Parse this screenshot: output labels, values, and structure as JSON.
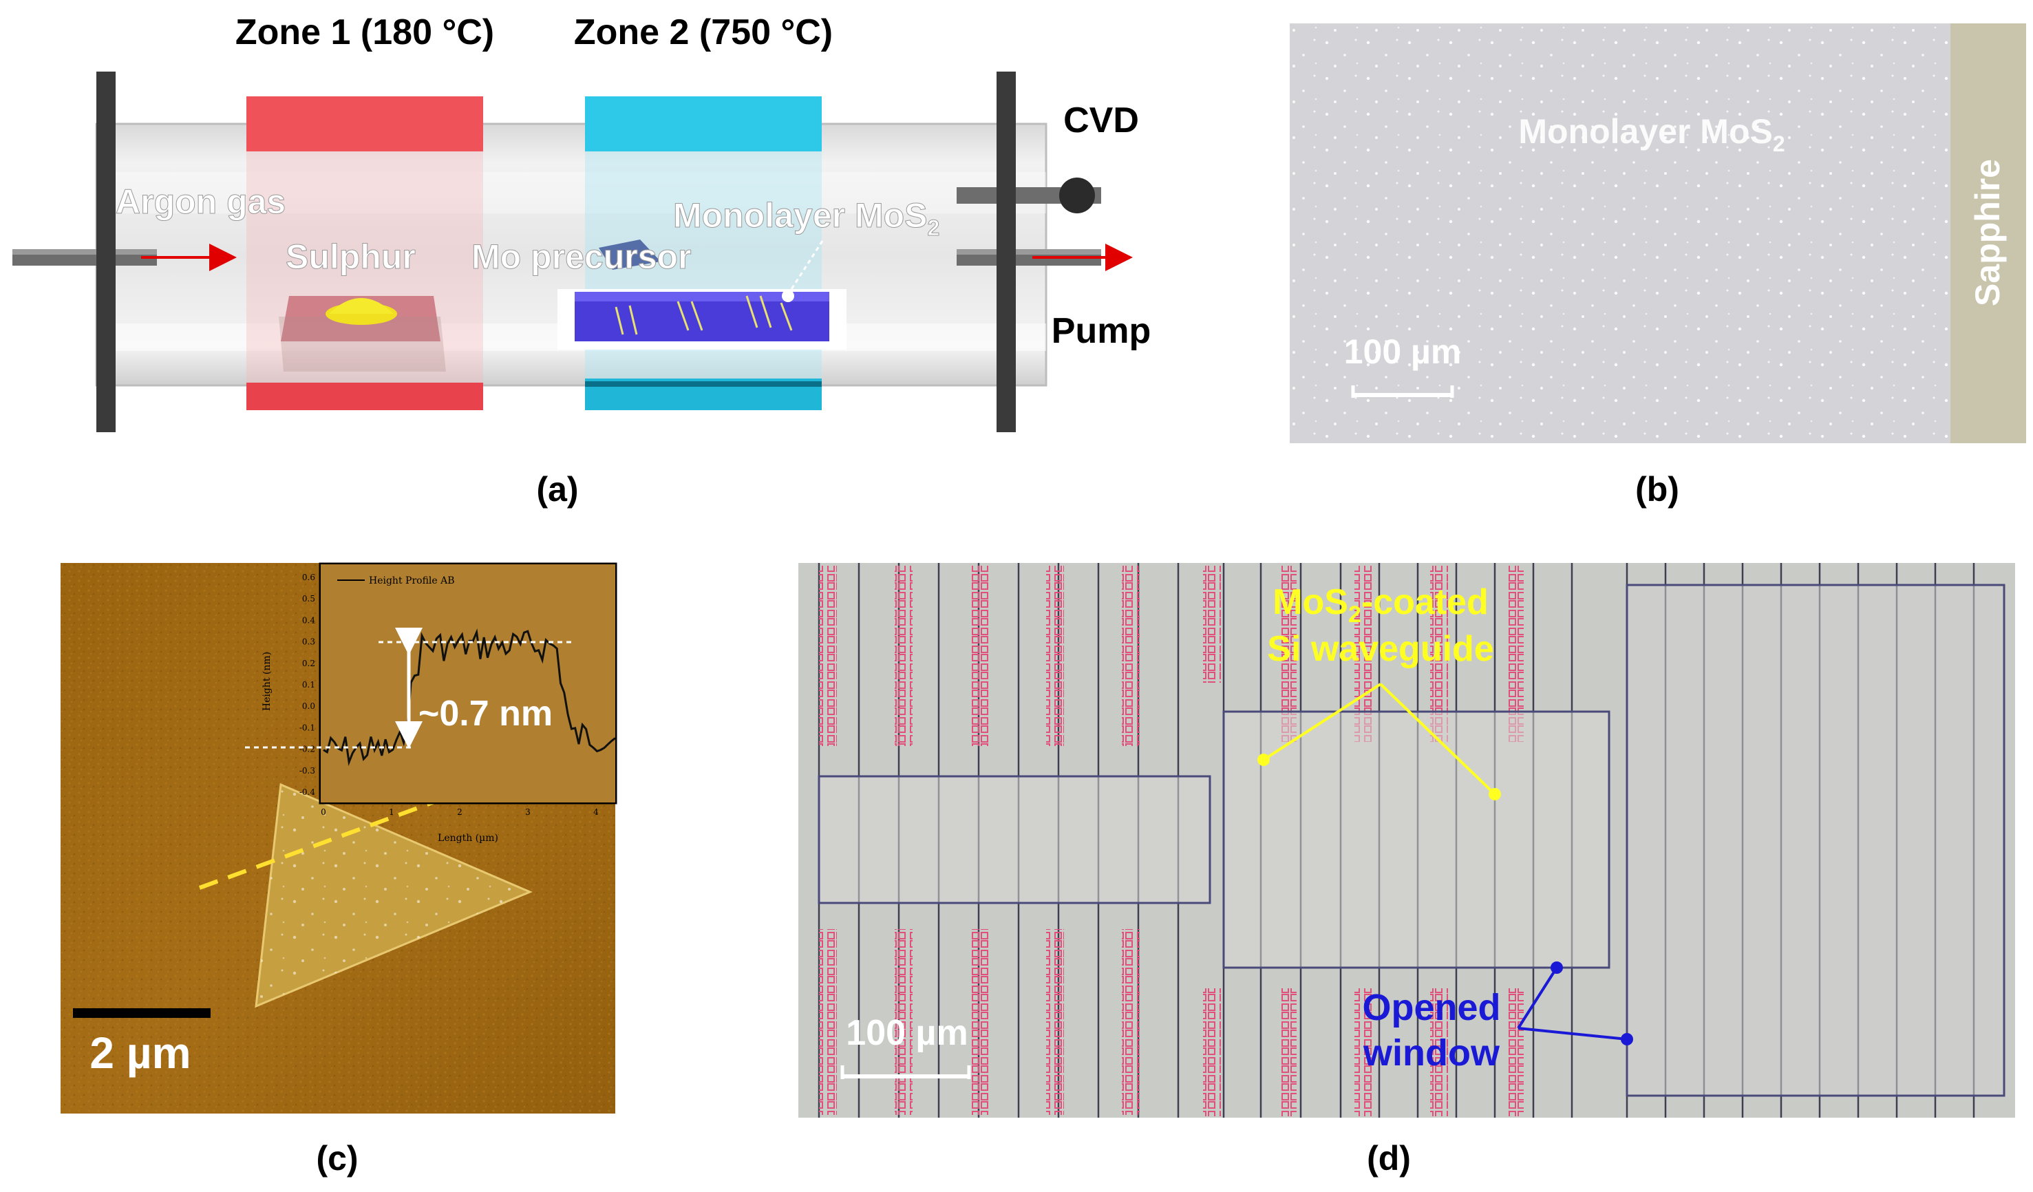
{
  "panel_a": {
    "zone1_label": "Zone 1 (180 °C)",
    "zone2_label": "Zone 2 (750 °C)",
    "cvd_label": "CVD",
    "pump_label": "Pump",
    "argon_label": "Argon gas",
    "sulphur_label": "Sulphur",
    "mo_label": "Mo precursor",
    "monolayer_label": "Monolayer MoS",
    "monolayer_sub": "2",
    "caption": "(a)",
    "zone1_color": "#f0525a",
    "zone2_color": "#2ec8e8"
  },
  "panel_b": {
    "monolayer_label": "Monolayer MoS",
    "monolayer_sub": "2",
    "sapphire_label": "Sapphire",
    "scale_label": "100 µm",
    "caption": "(b)"
  },
  "panel_c": {
    "inset_legend": "Height Profile AB",
    "inset_ylabel": "Height (nm)",
    "inset_xlabel": "Length (µm)",
    "inset_yticks": [
      "0.6",
      "0.5",
      "0.4",
      "0.3",
      "0.2",
      "0.1",
      "0.0",
      "-0.1",
      "-0.2",
      "-0.3",
      "-0.4"
    ],
    "inset_xticks": [
      "0",
      "1",
      "2",
      "3",
      "4"
    ],
    "step_label": "~0.7 nm",
    "scale_label": "2 µm",
    "caption": "(c)"
  },
  "panel_d": {
    "coated_label_line1_pre": "MoS",
    "coated_label_line1_sub": "2",
    "coated_label_line1_post": "-coated",
    "coated_label_line2": "Si waveguide",
    "window_label_line1": "Opened",
    "window_label_line2": "window",
    "scale_label": "100 µm",
    "caption": "(d)",
    "coated_color": "#ffff22",
    "window_color": "#1a1ad6"
  }
}
